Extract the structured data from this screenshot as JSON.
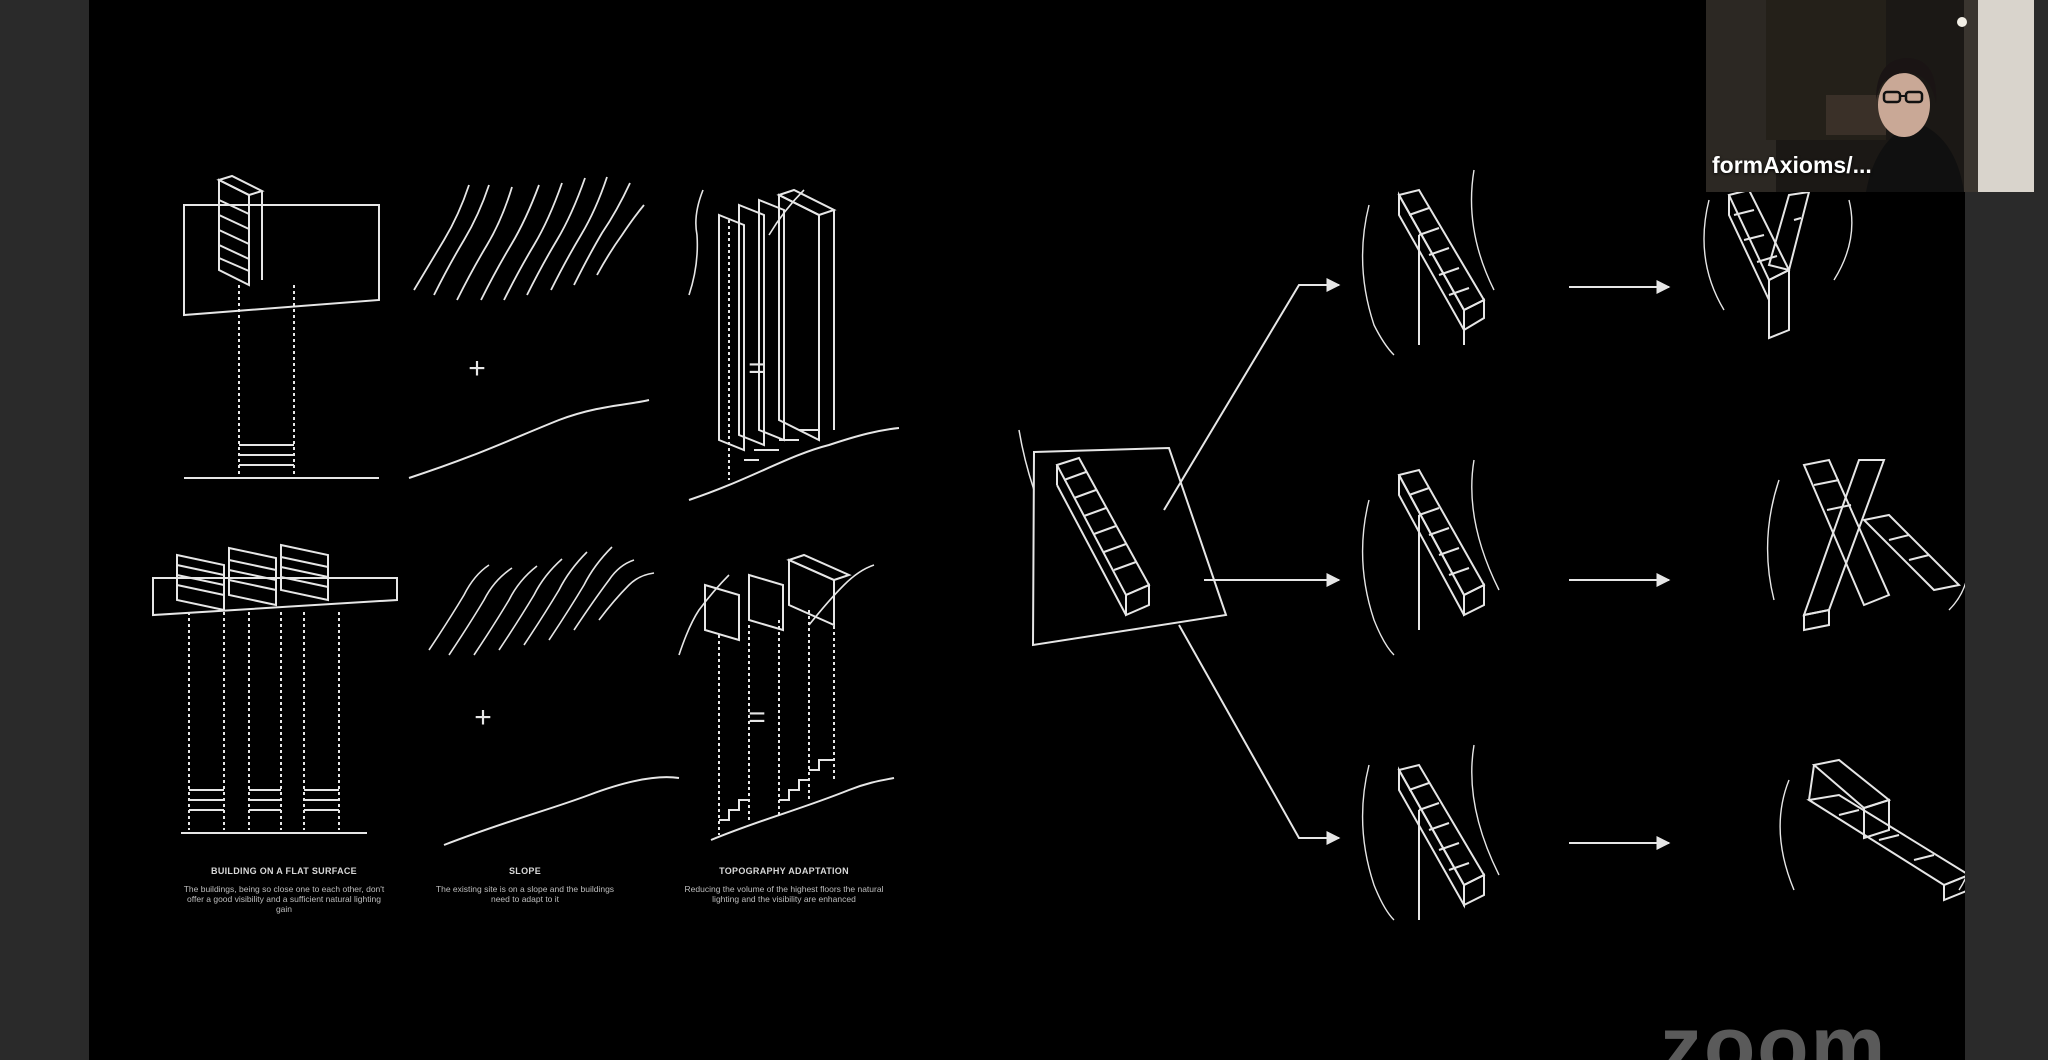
{
  "slide": {
    "operators": {
      "plus": "+",
      "equals": "="
    },
    "captions": [
      {
        "title": "BUILDING ON A FLAT SURFACE",
        "desc": "The buildings, being so close one to each other, don't offer a good visibility and a sufficient natural lighting gain"
      },
      {
        "title": "SLOPE",
        "desc": "The existing site is on a slope and the buildings need to adapt to it"
      },
      {
        "title": "TOPOGRAPHY ADAPTATION",
        "desc": "Reducing the volume of the highest floors the natural lighting and the visibility are enhanced"
      }
    ]
  },
  "participant": {
    "name": "formAxioms/..."
  },
  "app": {
    "brand": "zoom"
  },
  "colors": {
    "slide_bg": "#000000",
    "line": "#e6e6e6",
    "frame": "#2a2a2a"
  }
}
